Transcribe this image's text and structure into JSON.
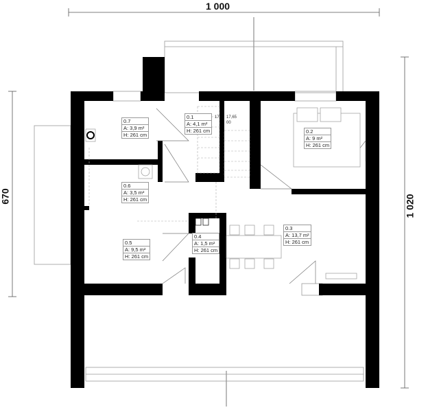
{
  "dimensions": {
    "top": "1 000",
    "left": "670",
    "right": "1 020"
  },
  "stair_note": {
    "a": "17",
    "b": "17,65",
    "c": "00"
  },
  "rooms": [
    {
      "id": "0.1",
      "area": "A: 4,1 m²",
      "height": "H: 261 cm"
    },
    {
      "id": "0.2",
      "area": "A: 9 m²",
      "height": "H: 261 cm"
    },
    {
      "id": "0.3",
      "area": "A: 13,7 m²",
      "height": "H: 261 cm"
    },
    {
      "id": "0.4",
      "area": "A: 1,5 m²",
      "height": "H: 261 cm"
    },
    {
      "id": "0.5",
      "area": "A: 9,5 m²",
      "height": "H: 261 cm"
    },
    {
      "id": "0.6",
      "area": "A: 3,5 m²",
      "height": "H: 261 cm"
    },
    {
      "id": "0.7",
      "area": "A: 3,9 m²",
      "height": "H: 261 cm"
    }
  ],
  "colors": {
    "wall": "#000000",
    "line": "#888888",
    "background": "#ffffff"
  }
}
